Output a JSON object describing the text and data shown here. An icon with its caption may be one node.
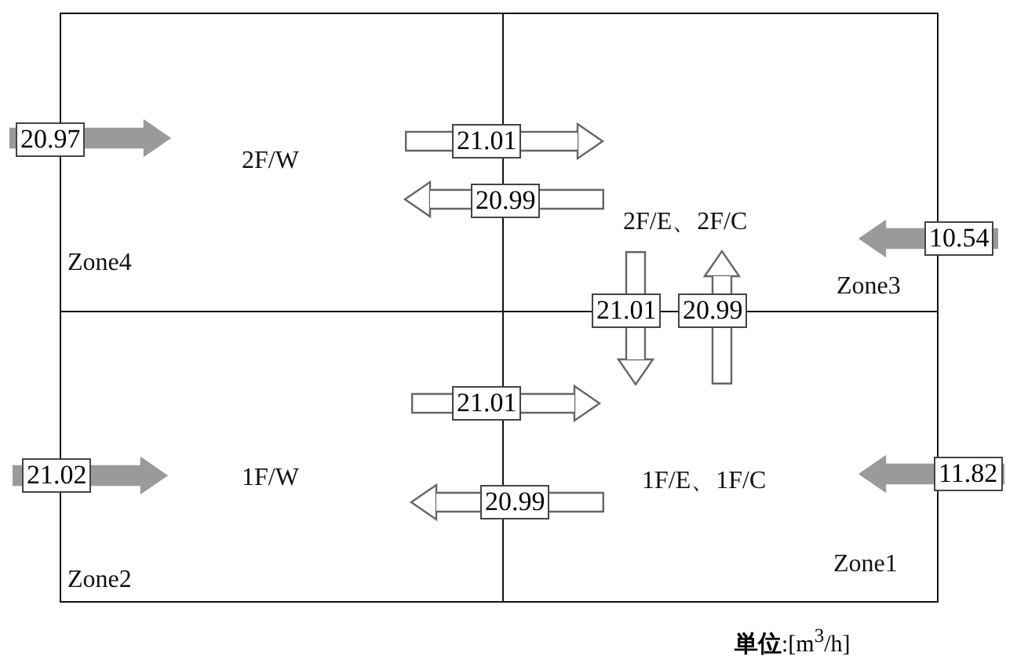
{
  "diagram": {
    "nodes": [
      {
        "text": [
          "2F/W",
          "Zone4"
        ]
      },
      {
        "text": [
          "2F/E、2F/C",
          "Zone3"
        ]
      },
      {
        "text": [
          "1F/W",
          "Zone2"
        ]
      },
      {
        "text": [
          "1F/E、1F/C",
          "Zone1"
        ]
      }
    ],
    "edges": [
      {
        "from": null,
        "to": 0,
        "arrow": "to",
        "label": "20.97",
        "color": "#9a9a9a"
      },
      {
        "from": 0,
        "to": 1,
        "arrow": "to",
        "label": "21.01"
      },
      {
        "from": 1,
        "to": 0,
        "arrow": "to",
        "label": "20.99"
      },
      {
        "from": null,
        "to": 1,
        "arrow": "to",
        "label": "10.54",
        "color": "#9a9a9a"
      },
      {
        "from": 1,
        "to": 3,
        "arrow": "to",
        "label": "21.01"
      },
      {
        "from": 3,
        "to": 1,
        "arrow": "to",
        "label": "20.99"
      },
      {
        "from": 2,
        "to": 3,
        "arrow": "to",
        "label": "21.01"
      },
      {
        "from": 3,
        "to": 2,
        "arrow": "to",
        "label": "20.99"
      },
      {
        "from": null,
        "to": 2,
        "arrow": "to",
        "label": "21.02",
        "color": "#9a9a9a"
      },
      {
        "from": null,
        "to": 3,
        "arrow": "to",
        "label": "11.82",
        "color": "#9a9a9a"
      }
    ],
    "labels": [
      "**単位**:[m$^{3}$/h]"
    ]
  }
}
